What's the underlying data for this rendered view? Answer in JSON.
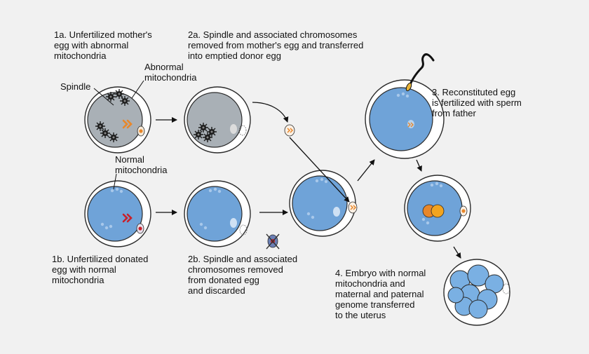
{
  "labels": {
    "step_1a": "1a. Unfertilized mother's\negg with abnormal\nmitochondria",
    "step_2a": "2a. Spindle and associated chromosomes\nremoved from mother's egg and transferred\ninto emptied donor egg",
    "step_3": "3. Reconstituted egg\nis fertilized with sperm\nfrom father",
    "step_1b": "1b. Unfertilized donated\negg with normal\nmitochondria",
    "step_2b": "2b. Spindle and associated\nchromosomes removed\nfrom donated egg\nand discarded",
    "step_4": "4. Embryo with normal\nmitochondria and\nmaternal and paternal\ngenome transferred\nto the uterus",
    "spindle": "Spindle",
    "abnormal_mitochondria": "Abnormal\nmitochondria",
    "normal_mitochondria": "Normal\nmitochondria"
  },
  "colors": {
    "background": "#f1f1f1",
    "abnormal_cytoplasm": "#a9b0b6",
    "normal_cytoplasm": "#6fa3d8",
    "zona": "#ffffff",
    "spindle_orange": "#e8872a",
    "spindle_red": "#c8202a",
    "pronucleus": "#f2a41f",
    "mitochondria_dark": "#1c1c1c"
  }
}
